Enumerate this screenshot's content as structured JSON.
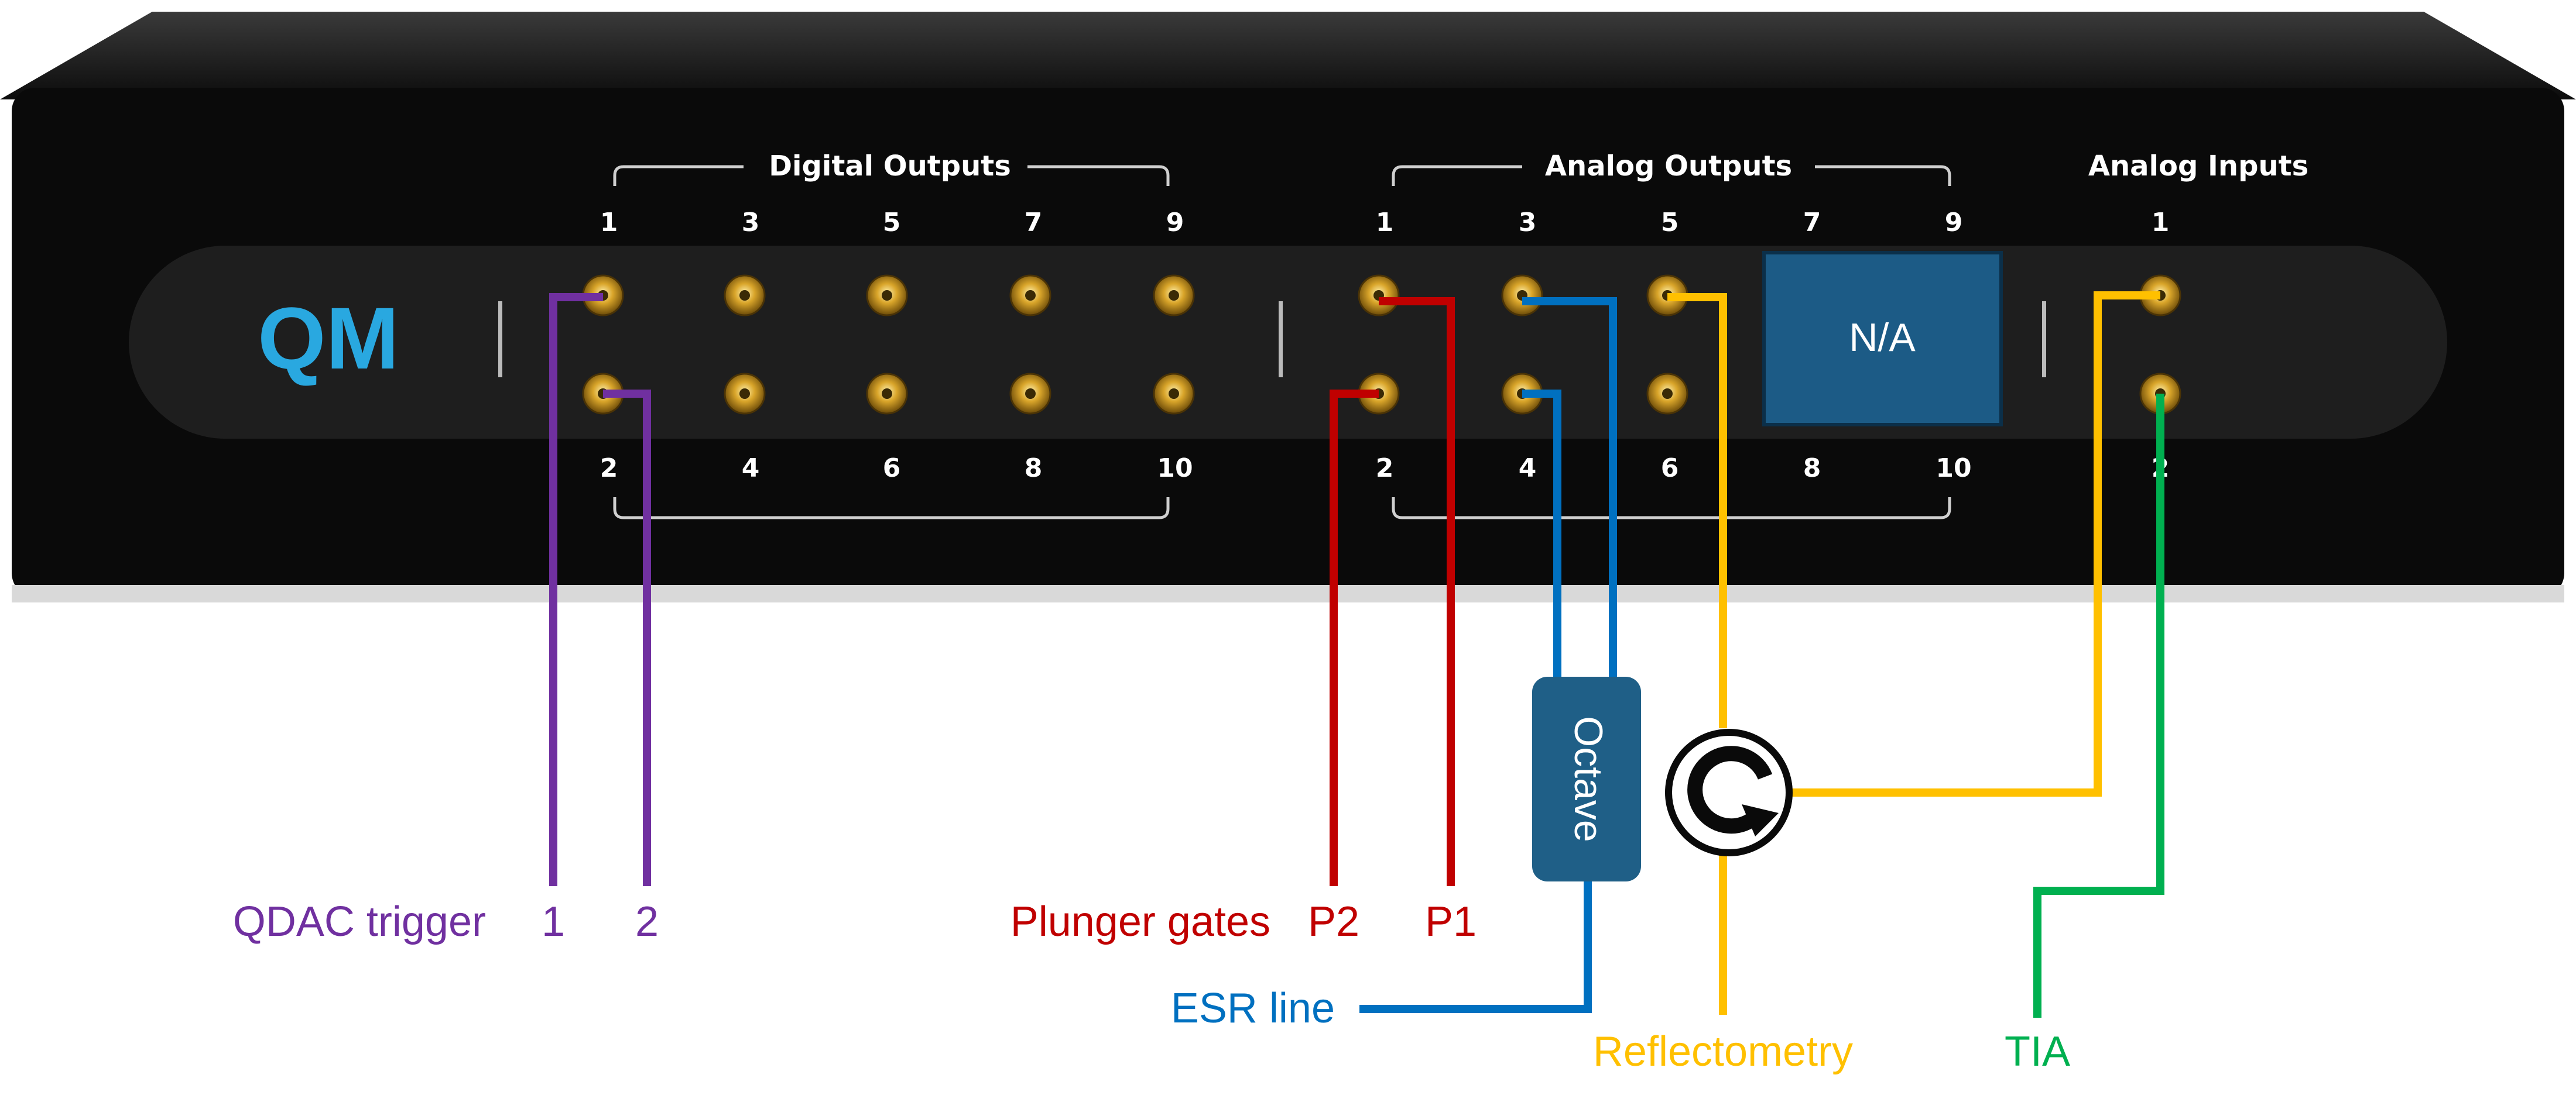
{
  "panel": {
    "logo_text": "QM",
    "digital_outputs_title": "Digital Outputs",
    "analog_outputs_title": "Analog Outputs",
    "analog_inputs_title": "Analog Inputs",
    "digital_top_numbers": [
      "1",
      "3",
      "5",
      "7",
      "9"
    ],
    "digital_bottom_numbers": [
      "2",
      "4",
      "6",
      "8",
      "10"
    ],
    "analog_top_numbers": [
      "1",
      "3",
      "5",
      "7",
      "9"
    ],
    "analog_bottom_numbers": [
      "2",
      "4",
      "6",
      "8",
      "10"
    ],
    "input_top_number": "1",
    "input_bottom_number": "2",
    "na_label": "N/A"
  },
  "components": {
    "octave_label": "Octave",
    "circulator_icon": "circulator-icon"
  },
  "labels": {
    "qdac_trigger": "QDAC trigger",
    "qdac_1": "1",
    "qdac_2": "2",
    "plunger_gates": "Plunger gates",
    "p2": "P2",
    "p1": "P1",
    "esr_line": "ESR line",
    "reflectometry": "Reflectometry",
    "tia": "TIA"
  },
  "colors": {
    "qdac": "#7030a0",
    "plunger": "#c00000",
    "esr": "#0070c0",
    "reflectometry": "#ffc000",
    "tia": "#00b050",
    "octave_box": "#1f5f87",
    "na_box": "#1c5b86",
    "logo": "#29a8e0",
    "panel": "#1b1b1b",
    "device_body": "#0a0a0a"
  }
}
